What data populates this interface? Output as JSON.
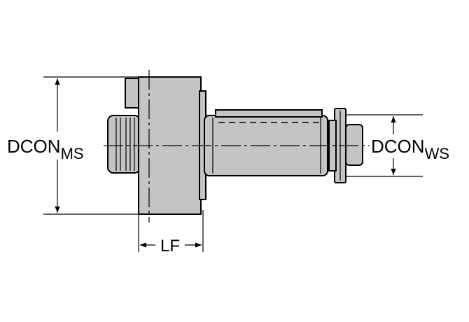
{
  "labels": {
    "dcon_ms_main": "DCON",
    "dcon_ms_sub": "MS",
    "dcon_ws_main": "DCON",
    "dcon_ws_sub": "WS",
    "lf": "LF"
  },
  "colors": {
    "part_fill": "#c4c4c4",
    "line": "#000000",
    "background": "#ffffff"
  }
}
